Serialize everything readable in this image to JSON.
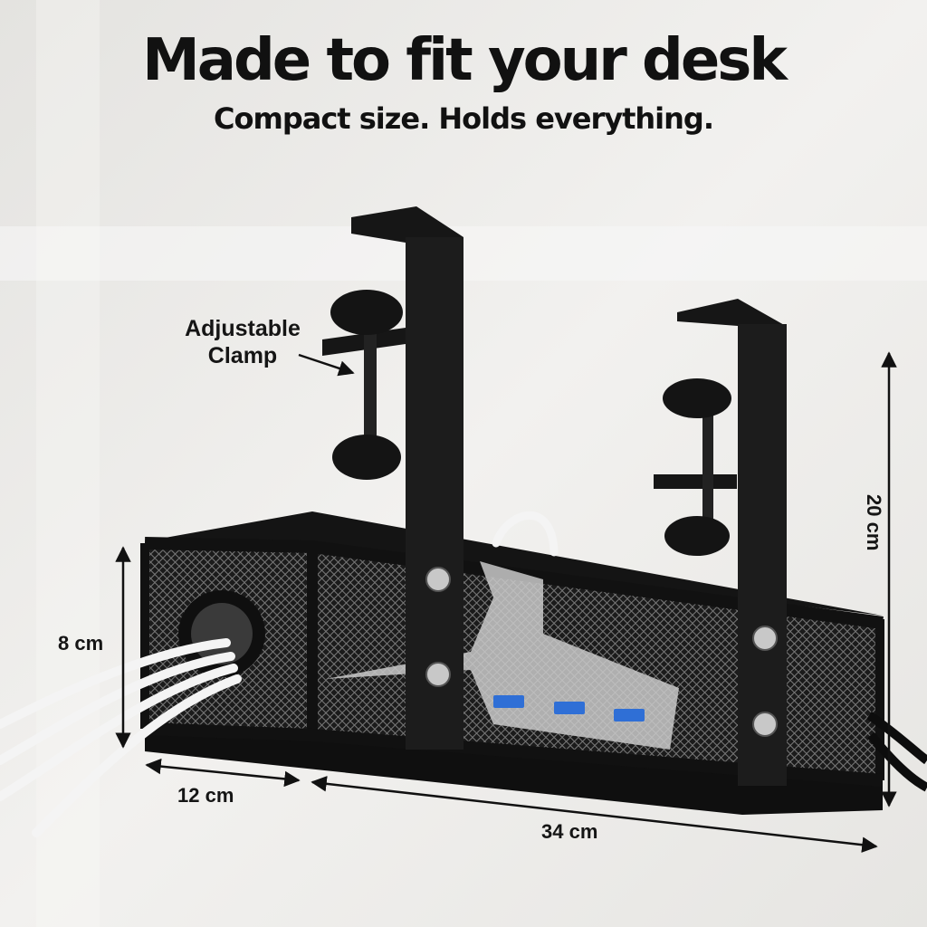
{
  "headline": {
    "title": "Made to fit your desk",
    "subtitle": "Compact size. Holds everything."
  },
  "callout": {
    "line1": "Adjustable",
    "line2": "Clamp"
  },
  "dimensions": {
    "height": "8 cm",
    "depth": "12 cm",
    "length": "34 cm",
    "total_height": "20 cm"
  },
  "colors": {
    "background": "#efeeec",
    "metal": "#161616",
    "usb_accent": "#2f6fd6",
    "cable": "#f4f4f4"
  }
}
